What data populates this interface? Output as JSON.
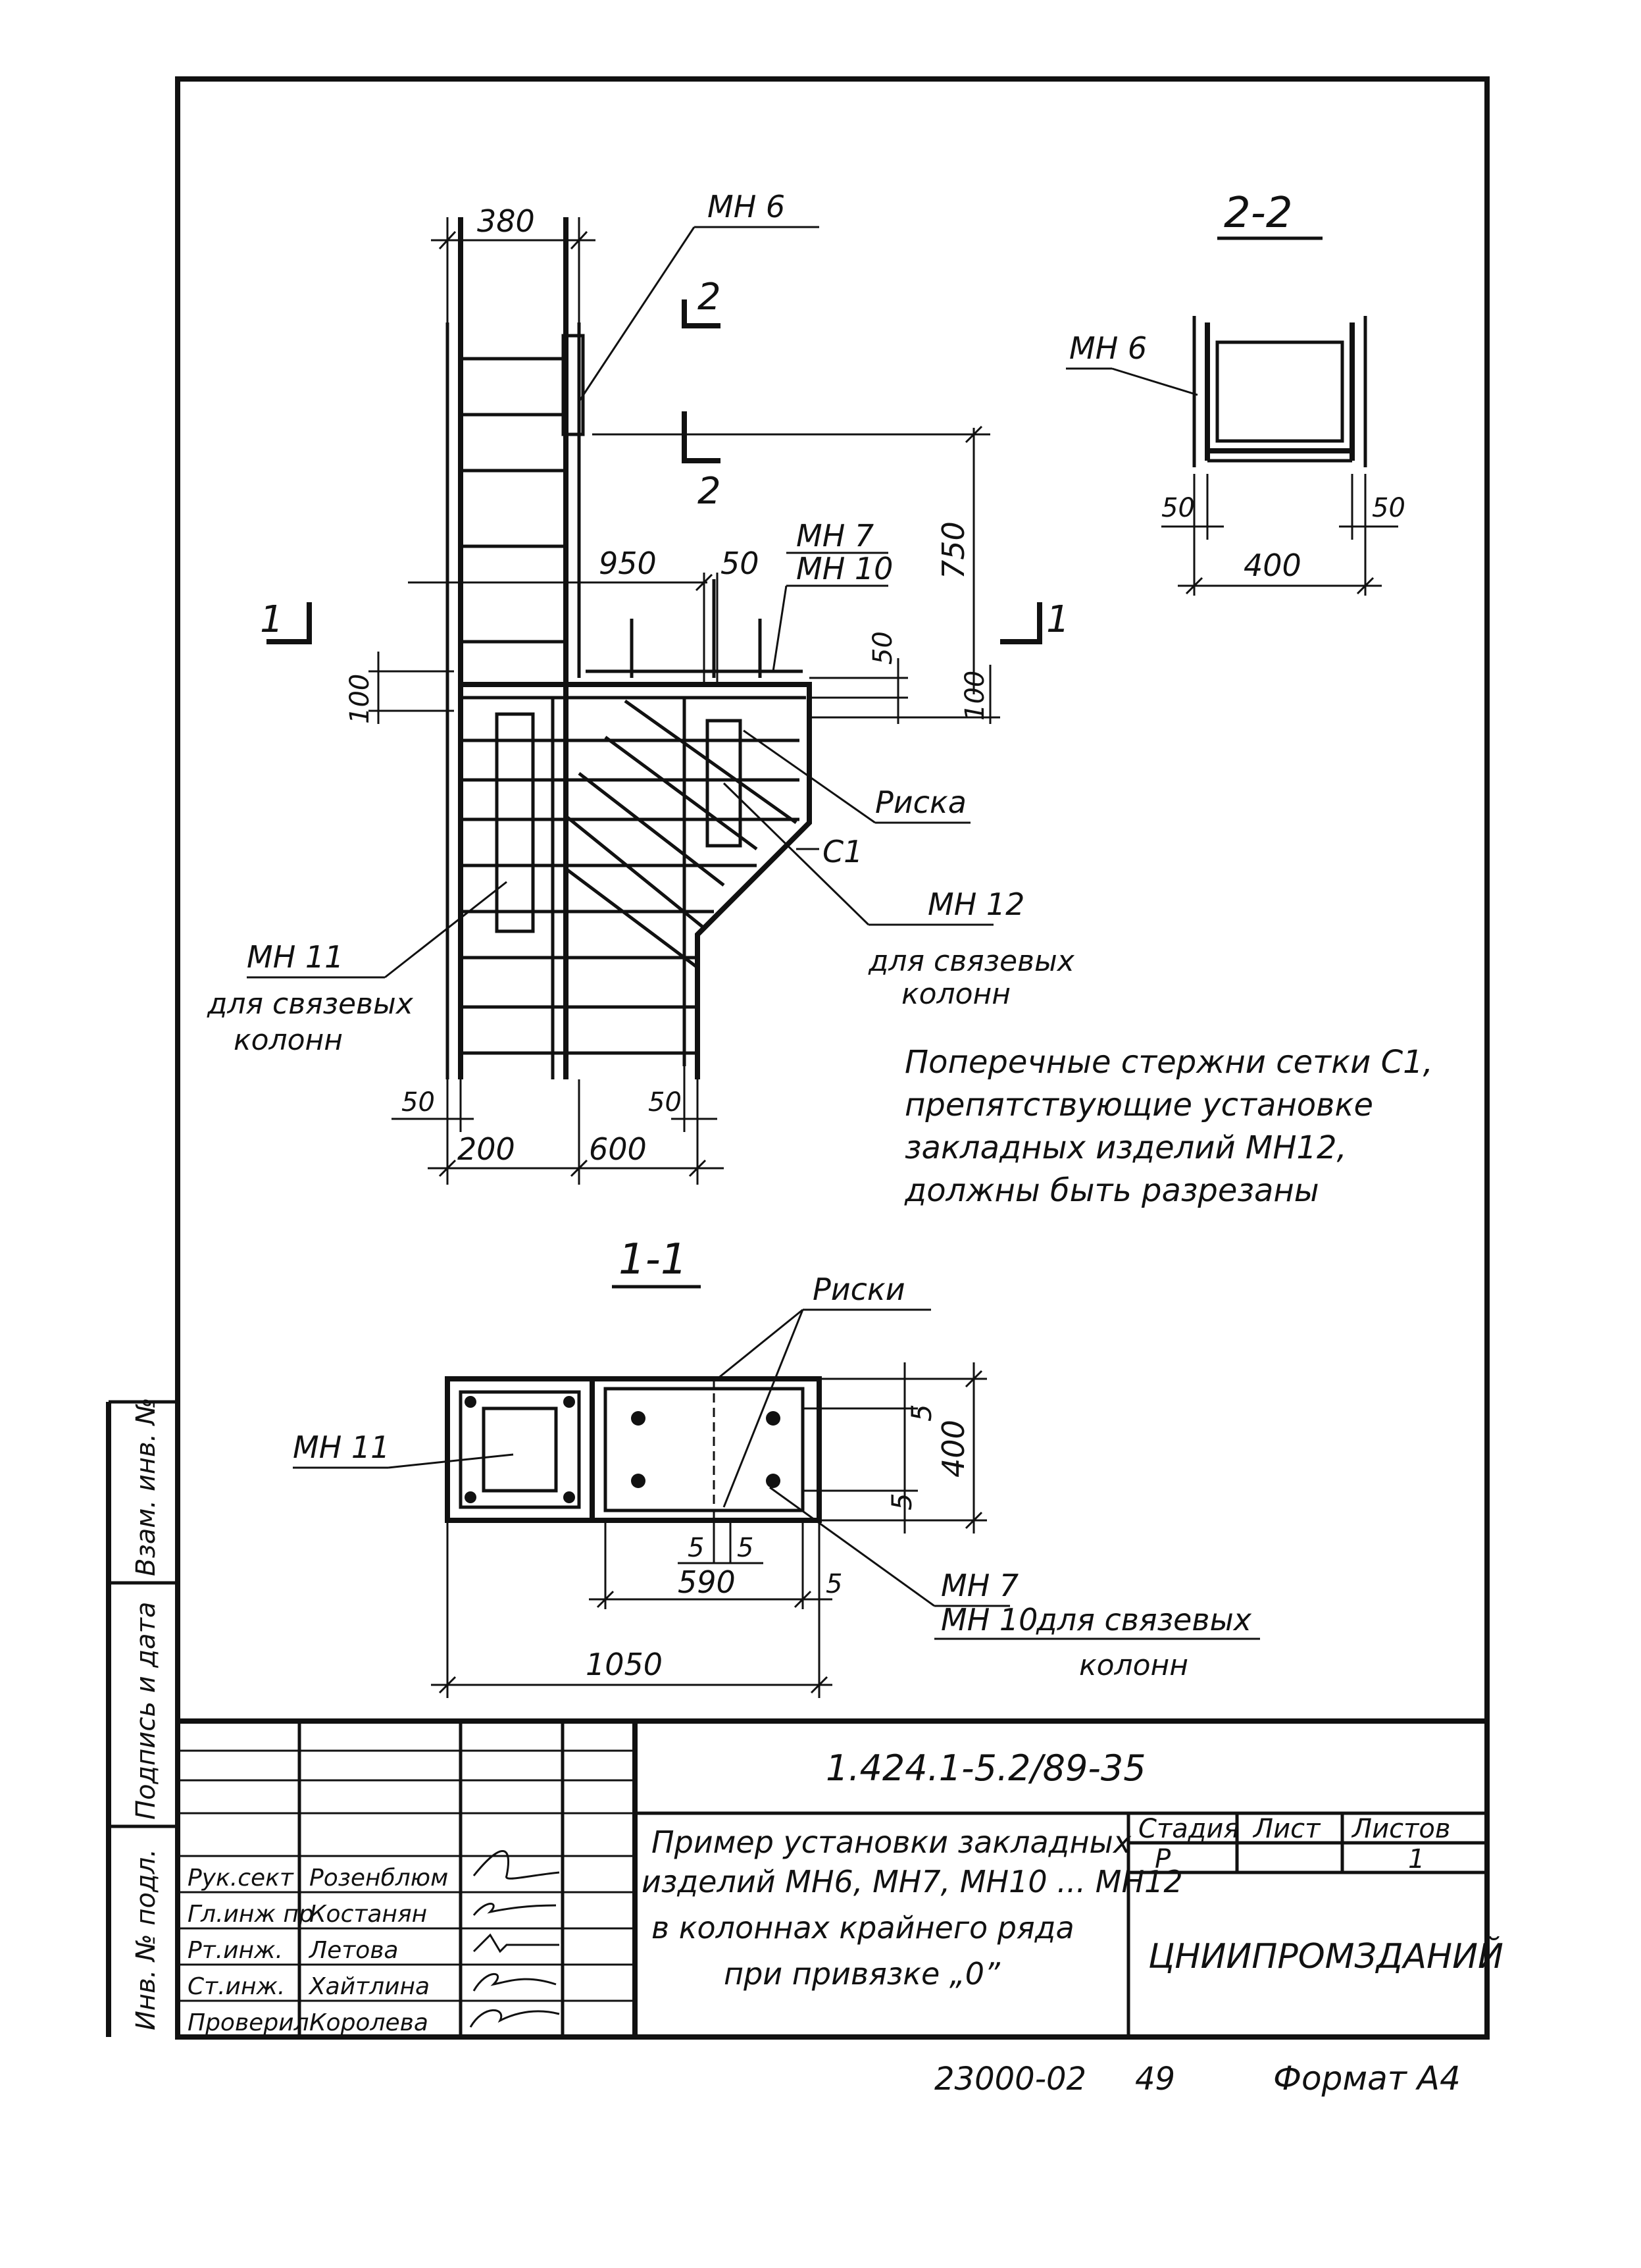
{
  "drawing": {
    "elevation": {
      "dim_top": "380",
      "dim_950": "950",
      "dim_50a": "50",
      "dim_750": "750",
      "dim_50b": "50",
      "dim_100l": "100",
      "dim_100r": "100",
      "dim_50c": "50",
      "dim_50d": "50",
      "dim_200": "200",
      "dim_600": "600",
      "label_mh6": "МН 6",
      "label_mh7": "МН 7",
      "label_mh10": "МН 10",
      "label_riska": "Риска",
      "label_c1": "С1",
      "label_mh12": "МН 12",
      "label_mh12_note_1": "для связевых",
      "label_mh12_note_2": "колонн",
      "label_mh11": "МН 11",
      "label_mh11_note_1": "для связевых",
      "label_mh11_note_2": "колонн",
      "cut_2_top": "2",
      "cut_2_bottom": "2",
      "cut_1_left": "1",
      "cut_1_right": "1"
    },
    "note": [
      "Поперечные стержни сетки С1,",
      "препятствующие установке",
      "закладных изделий МН12,",
      "должны быть разрезаны"
    ],
    "section_2_2": {
      "title": "2-2",
      "label_mh6": "МН 6",
      "dim_50l": "50",
      "dim_50r": "50",
      "dim_400": "400"
    },
    "section_1_1": {
      "title": "1-1",
      "label_riski": "Риски",
      "label_mh11": "МН 11",
      "label_mh7": "МН 7",
      "label_mh10": "МН 10",
      "label_mh10_note": "для связевых",
      "label_mh10_note_2": "колонн",
      "dim_5a": "5",
      "dim_5b": "5",
      "dim_400": "400",
      "dim_5c": "5",
      "dim_5d": "5",
      "dim_590": "590",
      "dim_5e": "5",
      "dim_1050": "1050"
    }
  },
  "left_strip": {
    "cell_1": "Взам. инв. №",
    "cell_2": "Подпись и дата",
    "cell_3": "Инв. № подл."
  },
  "title_block": {
    "code": "1.424.1-5.2/89-35",
    "roles": [
      {
        "role": "Рук.сект",
        "name": "Розенблюм"
      },
      {
        "role": "Гл.инж пр",
        "name": "Костанян"
      },
      {
        "role": "Рт.инж.",
        "name": "Летова"
      },
      {
        "role": "Ст.инж.",
        "name": "Хайтлина"
      },
      {
        "role": "Проверил",
        "name": "Королева"
      }
    ],
    "title_lines": [
      "Пример установки закладных",
      "изделий МН6, МН7, МН10 ... МН12",
      "в колоннах крайнего ряда",
      "при привязке „0”"
    ],
    "stage_header": "Стадия",
    "sheet_header": "Лист",
    "sheets_header": "Листов",
    "stage_value": "Р",
    "sheets_value": "1",
    "organization": "ЦНИИПРОМЗДАНИЙ"
  },
  "footer": {
    "number": "23000-02",
    "page": "49",
    "format": "Формат А4"
  }
}
